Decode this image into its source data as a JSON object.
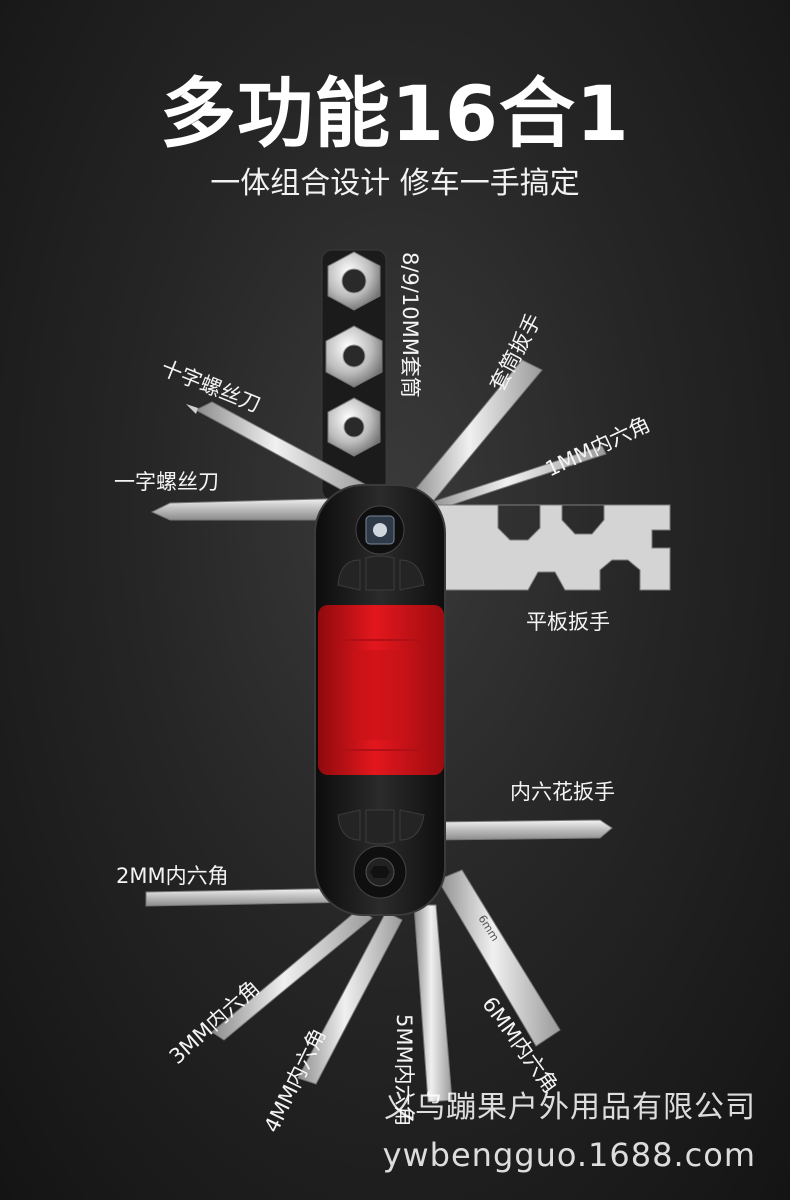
{
  "header": {
    "title": "多功能16合1",
    "subtitle": "一体组合设计 修车一手搞定"
  },
  "labels": {
    "socket": "8/9/10MM套筒",
    "socket_wrench": "套筒扳手",
    "phillips": "十字螺丝刀",
    "hex_1mm": "1MM内六角",
    "flat_driver": "一字螺丝刀",
    "flat_wrench": "平板扳手",
    "torx": "内六花扳手",
    "hex_2mm": "2MM内六角",
    "hex_3mm": "3MM内六角",
    "hex_4mm": "4MM内六角",
    "hex_5mm": "5MM内六角",
    "hex_6mm": "6MM内六角"
  },
  "engraving": "6mm",
  "watermark": {
    "company": "义乌蹦果户外用品有限公司",
    "url": "ywbengguo.1688.com"
  },
  "colors": {
    "accent_red": "#d8141a",
    "body_black": "#141414",
    "steel": "#cfcfcf"
  }
}
